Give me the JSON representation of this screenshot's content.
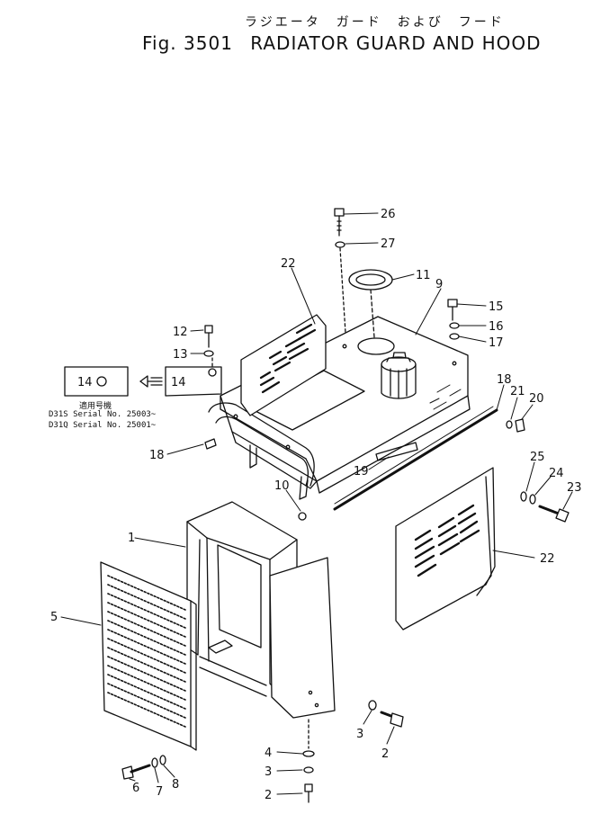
{
  "title": {
    "japanese": "ラジエータ　ガード　および　フード",
    "figure": "Fig. 3501",
    "name": "RADIATOR GUARD AND HOOD"
  },
  "serial_note": {
    "heading": "適用号機",
    "lines": [
      "D31S Serial No. 25003~",
      "D31Q Serial No. 25001~"
    ]
  },
  "part_callouts": [
    {
      "id": "callout-26",
      "label": "26"
    },
    {
      "id": "callout-27",
      "label": "27"
    },
    {
      "id": "callout-22-top",
      "label": "22"
    },
    {
      "id": "callout-11",
      "label": "11"
    },
    {
      "id": "callout-9",
      "label": "9"
    },
    {
      "id": "callout-15",
      "label": "15"
    },
    {
      "id": "callout-16",
      "label": "16"
    },
    {
      "id": "callout-17",
      "label": "17"
    },
    {
      "id": "callout-12",
      "label": "12"
    },
    {
      "id": "callout-13",
      "label": "13"
    },
    {
      "id": "callout-14-left",
      "label": "14"
    },
    {
      "id": "callout-14-right",
      "label": "14"
    },
    {
      "id": "callout-18-right",
      "label": "18"
    },
    {
      "id": "callout-21",
      "label": "21"
    },
    {
      "id": "callout-20",
      "label": "20"
    },
    {
      "id": "callout-18-left",
      "label": "18"
    },
    {
      "id": "callout-19",
      "label": "19"
    },
    {
      "id": "callout-10",
      "label": "10"
    },
    {
      "id": "callout-25",
      "label": "25"
    },
    {
      "id": "callout-24",
      "label": "24"
    },
    {
      "id": "callout-23",
      "label": "23"
    },
    {
      "id": "callout-22-right",
      "label": "22"
    },
    {
      "id": "callout-1",
      "label": "1"
    },
    {
      "id": "callout-5",
      "label": "5"
    },
    {
      "id": "callout-3-right",
      "label": "3"
    },
    {
      "id": "callout-2-right",
      "label": "2"
    },
    {
      "id": "callout-4",
      "label": "4"
    },
    {
      "id": "callout-3-bottom",
      "label": "3"
    },
    {
      "id": "callout-2-bottom",
      "label": "2"
    },
    {
      "id": "callout-6",
      "label": "6"
    },
    {
      "id": "callout-7",
      "label": "7"
    },
    {
      "id": "callout-8",
      "label": "8"
    }
  ]
}
